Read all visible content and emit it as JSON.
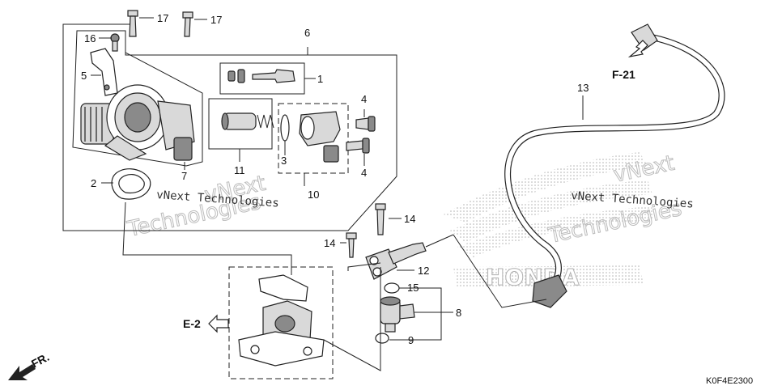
{
  "callouts": {
    "c1": "1",
    "c2": "2",
    "c3": "3",
    "c4a": "4",
    "c4b": "4",
    "c5": "5",
    "c6": "6",
    "c7": "7",
    "c8": "8",
    "c9": "9",
    "c10": "10",
    "c11": "11",
    "c12": "12",
    "c13": "13",
    "c14a": "14",
    "c14b": "14",
    "c15": "15",
    "c16": "16",
    "c17a": "17",
    "c17b": "17"
  },
  "references": {
    "e2": "E-2",
    "f21": "F-21",
    "front": "FR."
  },
  "watermark": {
    "small": "vNext Technologies",
    "big": "Technologies",
    "big_top": "vNext"
  },
  "diagram_code": "K0F4E2300",
  "colors": {
    "line": "#222222",
    "part_fill": "#d9d9d9",
    "dot_logo": "#b0b0b0"
  }
}
